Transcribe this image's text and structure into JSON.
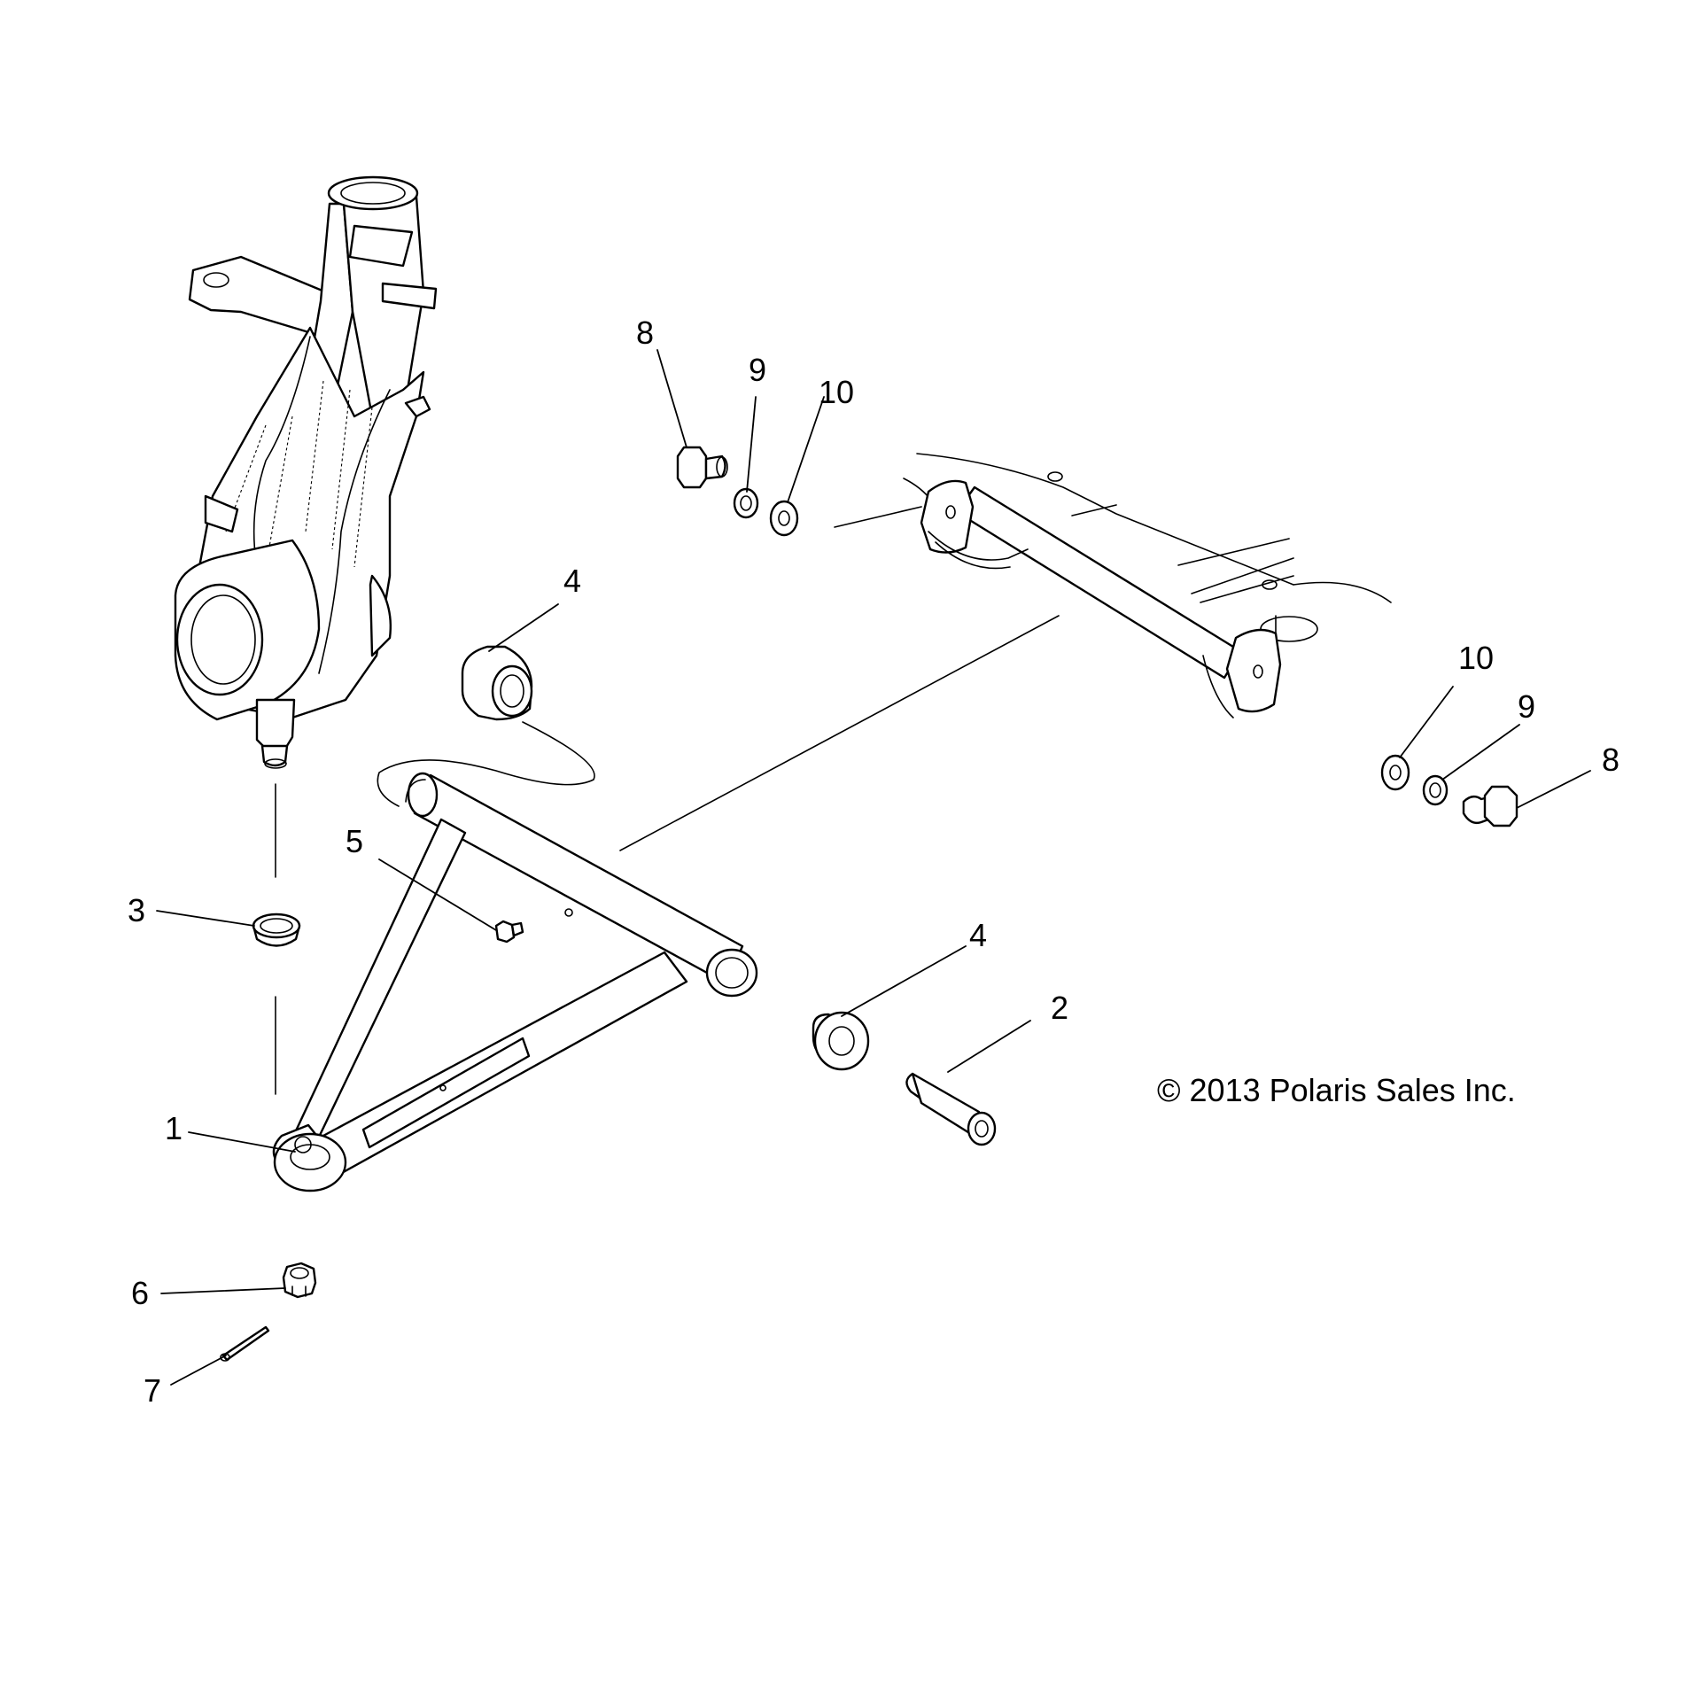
{
  "callouts": {
    "c1": "1",
    "c2": "2",
    "c3": "3",
    "c4a": "4",
    "c4b": "4",
    "c5": "5",
    "c6": "6",
    "c7": "7",
    "c8a": "8",
    "c8b": "8",
    "c9a": "9",
    "c9b": "9",
    "c10a": "10",
    "c10b": "10"
  },
  "copyright": "© 2013 Polaris Sales Inc."
}
